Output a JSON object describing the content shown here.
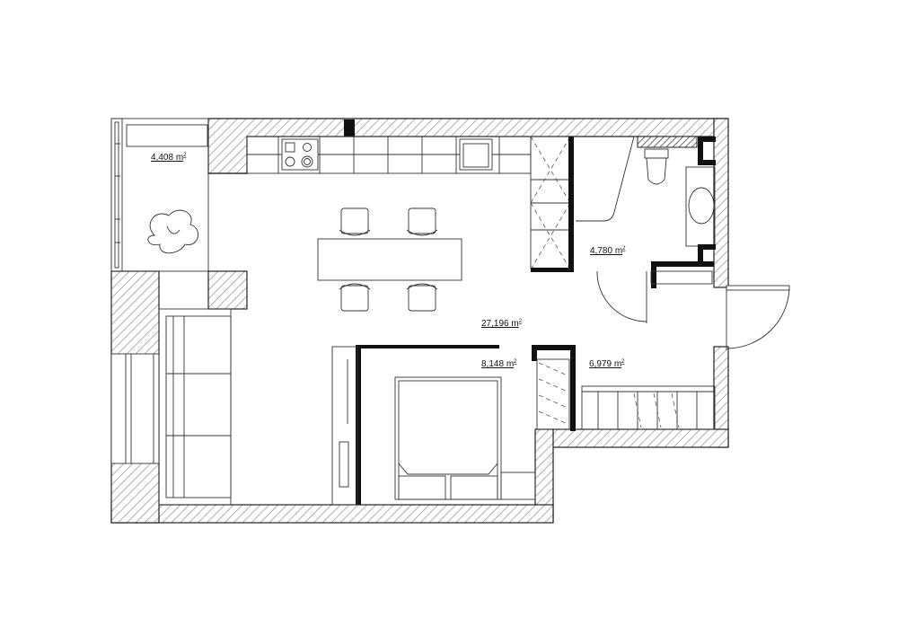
{
  "plan": {
    "rooms": [
      {
        "id": "balcony",
        "area": "4,408",
        "unit": "m",
        "sup": "2"
      },
      {
        "id": "bathroom",
        "area": "4,780",
        "unit": "m",
        "sup": "2"
      },
      {
        "id": "living",
        "area": "27,196",
        "unit": "m",
        "sup": "2"
      },
      {
        "id": "bedroom",
        "area": "8,148",
        "unit": "m",
        "sup": "2"
      },
      {
        "id": "hallway",
        "area": "6,979",
        "unit": "m",
        "sup": "2"
      }
    ]
  }
}
